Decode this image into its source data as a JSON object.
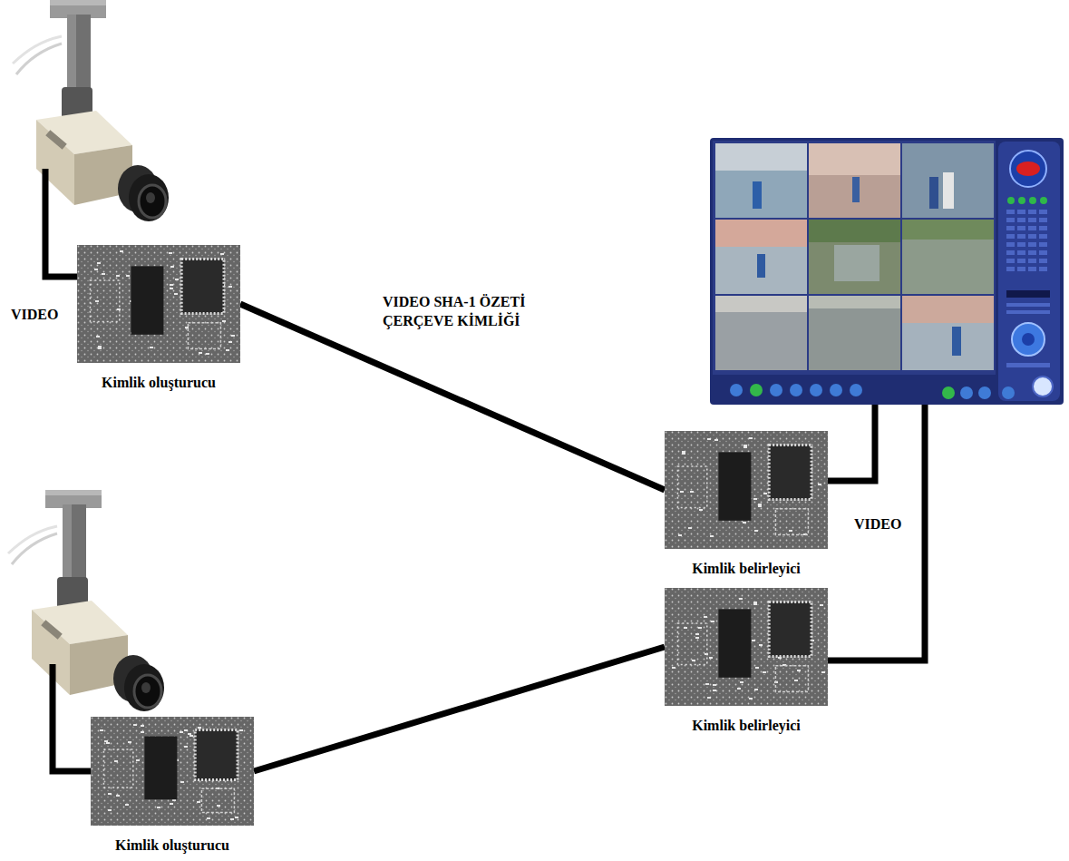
{
  "diagram": {
    "nodes": [
      {
        "text": [
          "Kimlik oluşturucu"
        ]
      },
      {
        "text": [
          "Kimlik belirleyici"
        ]
      },
      {
        "text": [
          "Kimlik belirleyici"
        ]
      },
      {
        "text": [
          "Kimlik oluşturucu"
        ]
      }
    ],
    "edges": [
      {
        "from": 0,
        "to": 1,
        "arrow": "none",
        "label": "VIDEO SHA-1 ÖZETİ ÇERÇEVE KİMLİĞİ"
      },
      {
        "from": 3,
        "to": 2,
        "arrow": "none"
      }
    ],
    "labels": [
      "VIDEO",
      "VIDEO"
    ]
  }
}
